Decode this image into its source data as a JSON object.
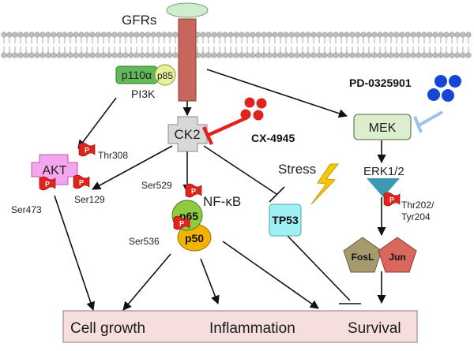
{
  "receptor": {
    "label": "GFRs"
  },
  "pi3k": {
    "subunit_a": "p110α",
    "subunit_b": "p85",
    "label": "PI3K"
  },
  "ck2": {
    "label": "CK2"
  },
  "akt": {
    "label": "AKT",
    "sites": [
      "Thr308",
      "Ser473",
      "Ser129"
    ]
  },
  "nfkb": {
    "label": "NF-κB",
    "p65": "p65",
    "p50": "p50",
    "sites": [
      "Ser529",
      "Ser536"
    ]
  },
  "tp53": {
    "label": "TP53",
    "stress_label": "Stress"
  },
  "mek": {
    "label": "MEK"
  },
  "erk": {
    "label": "ERK1/2",
    "site_a": "Thr202/",
    "site_b": "Tyr204"
  },
  "ap1": {
    "fosl": "FosL",
    "jun": "Jun"
  },
  "inhibitors": {
    "ck2_inhibitor": "CX-4945",
    "mek_inhibitor": "PD-0325901"
  },
  "phospho_tag": "P",
  "outcomes": {
    "a": "Cell growth",
    "b": "Inflammation",
    "c": "Survival"
  },
  "colors": {
    "membrane": "#9a9a9a",
    "receptor": "#c8665d",
    "receptor_cap": "#cfeecf",
    "pi3k_a": "#62b95a",
    "pi3k_b": "#e6f09a",
    "ck2_fill": "#d8d8d8",
    "akt_fill": "#f4a5ee",
    "p65": "#8fcb3f",
    "p50": "#f2b400",
    "tp53": "#9ff0f2",
    "mek": "#ddeecf",
    "erk": "#3a9bb0",
    "fosl": "#a59a6c",
    "jun": "#d9675d",
    "phospho": "#e0231c",
    "inhibitor_red": "#e0231c",
    "inhibitor_blue": "#1646d6",
    "mek_bar": "#9ec2ee",
    "lightning": "#f5c70a",
    "outcome_box": "#f6dede"
  }
}
